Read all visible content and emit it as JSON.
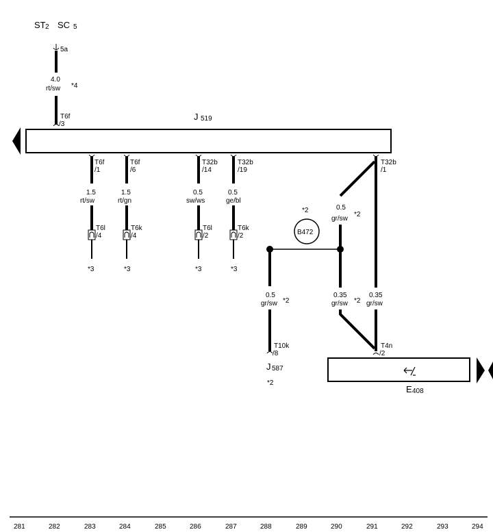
{
  "header": {
    "st": "ST",
    "st_num": "2",
    "sc": "SC",
    "sc_num": "5",
    "top_pin": "5a",
    "top_size": "4.0",
    "top_color": "rt/sw",
    "top_note": "*4",
    "top_conn": "T6f",
    "top_conn_pin": "/3"
  },
  "unit_j519": {
    "letter": "J",
    "num": "519"
  },
  "branches": [
    {
      "conn": "T6f",
      "pin": "/1",
      "size": "1.5",
      "color": "rt/sw",
      "plug": "T6l",
      "plug_pin": "/4",
      "note": "*3"
    },
    {
      "conn": "T6f",
      "pin": "/6",
      "size": "1.5",
      "color": "rt/gn",
      "plug": "T6k",
      "plug_pin": "/4",
      "note": "*3"
    },
    {
      "conn": "T32b",
      "pin": "/14",
      "size": "0.5",
      "color": "sw/ws",
      "plug": "T6l",
      "plug_pin": "/2",
      "note": "*3"
    },
    {
      "conn": "T32b",
      "pin": "/19",
      "size": "0.5",
      "color": "ge/bl",
      "plug": "T6k",
      "plug_pin": "/2",
      "note": "*3"
    }
  ],
  "right": {
    "conn": "T32b",
    "pin": "/1",
    "diag_size": "0.5",
    "diag_color": "gr/sw",
    "diag_note": "*2",
    "splice_note": "*2",
    "splice_label": "B472",
    "left_size": "0.5",
    "left_color": "gr/sw",
    "left_note": "*2",
    "mid_size": "0.35",
    "mid_color": "gr/sw",
    "mid_note": "*2",
    "main_size": "0.35",
    "main_color": "gr/sw",
    "j587_conn": "T10k",
    "j587_pin": "/8",
    "j587_letter": "J",
    "j587_num": "587",
    "j587_note": "*2",
    "e408_conn": "T4n",
    "e408_pin": "/2",
    "e408_letter": "E",
    "e408_num": "408"
  },
  "axis": {
    "ticks": [
      "281",
      "282",
      "283",
      "284",
      "285",
      "286",
      "287",
      "288",
      "289",
      "290",
      "291",
      "292",
      "293",
      "294"
    ]
  }
}
